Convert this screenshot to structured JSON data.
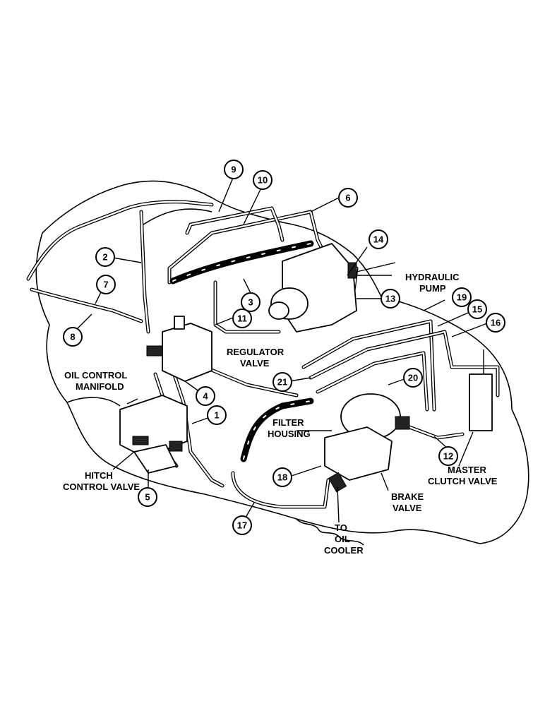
{
  "labels": {
    "regulator_valve": [
      "REGULATOR",
      "VALVE"
    ],
    "oil_control_manifold": [
      "OIL CONTROL",
      "MANIFOLD"
    ],
    "hitch_control_valve": [
      "HITCH",
      "CONTROL VALVE"
    ],
    "hydraulic_pump": [
      "HYDRAULIC",
      "PUMP"
    ],
    "filter_housing": [
      "FILTER",
      "HOUSING"
    ],
    "brake_valve": [
      "BRAKE",
      "VALVE"
    ],
    "to_oil_cooler": [
      "TO",
      "OIL",
      "COOLER"
    ],
    "master_clutch_valve": [
      "MASTER",
      "CLUTCH VALVE"
    ]
  },
  "callouts": [
    "1",
    "2",
    "3",
    "4",
    "5",
    "6",
    "7",
    "8",
    "9",
    "10",
    "11",
    "12",
    "13",
    "14",
    "15",
    "16",
    "17",
    "18",
    "19",
    "20",
    "21"
  ]
}
